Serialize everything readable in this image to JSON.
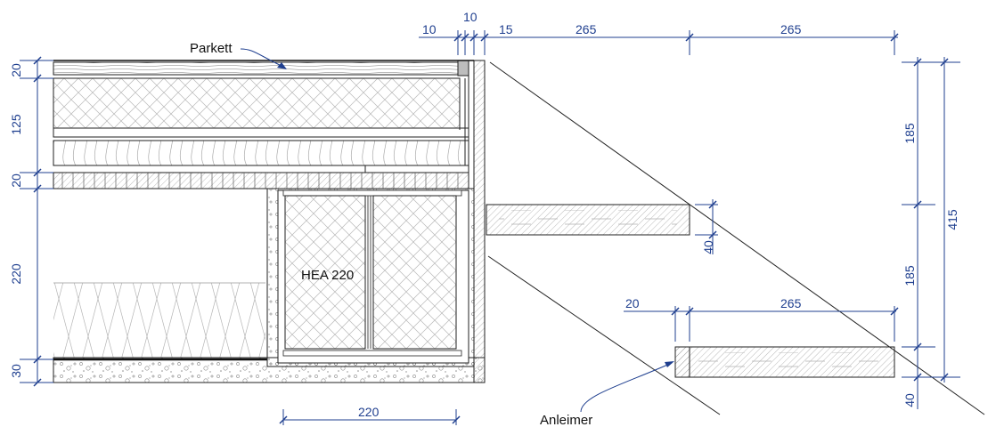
{
  "labels": {
    "parkett": "Parkett",
    "hea": "HEA 220",
    "anleimer": "Anleimer"
  },
  "dimensions": {
    "left": [
      "20",
      "125",
      "20",
      "220",
      "30"
    ],
    "top": [
      "10",
      "10",
      "15",
      "265",
      "265"
    ],
    "right_inner": [
      "185",
      "185",
      "40"
    ],
    "right_outer": "415",
    "step_thickness": "40",
    "detail_top": [
      "20",
      "265"
    ],
    "bottom": "220"
  },
  "colors": {
    "dimension": "#1f3f8f",
    "line": "#222222"
  }
}
